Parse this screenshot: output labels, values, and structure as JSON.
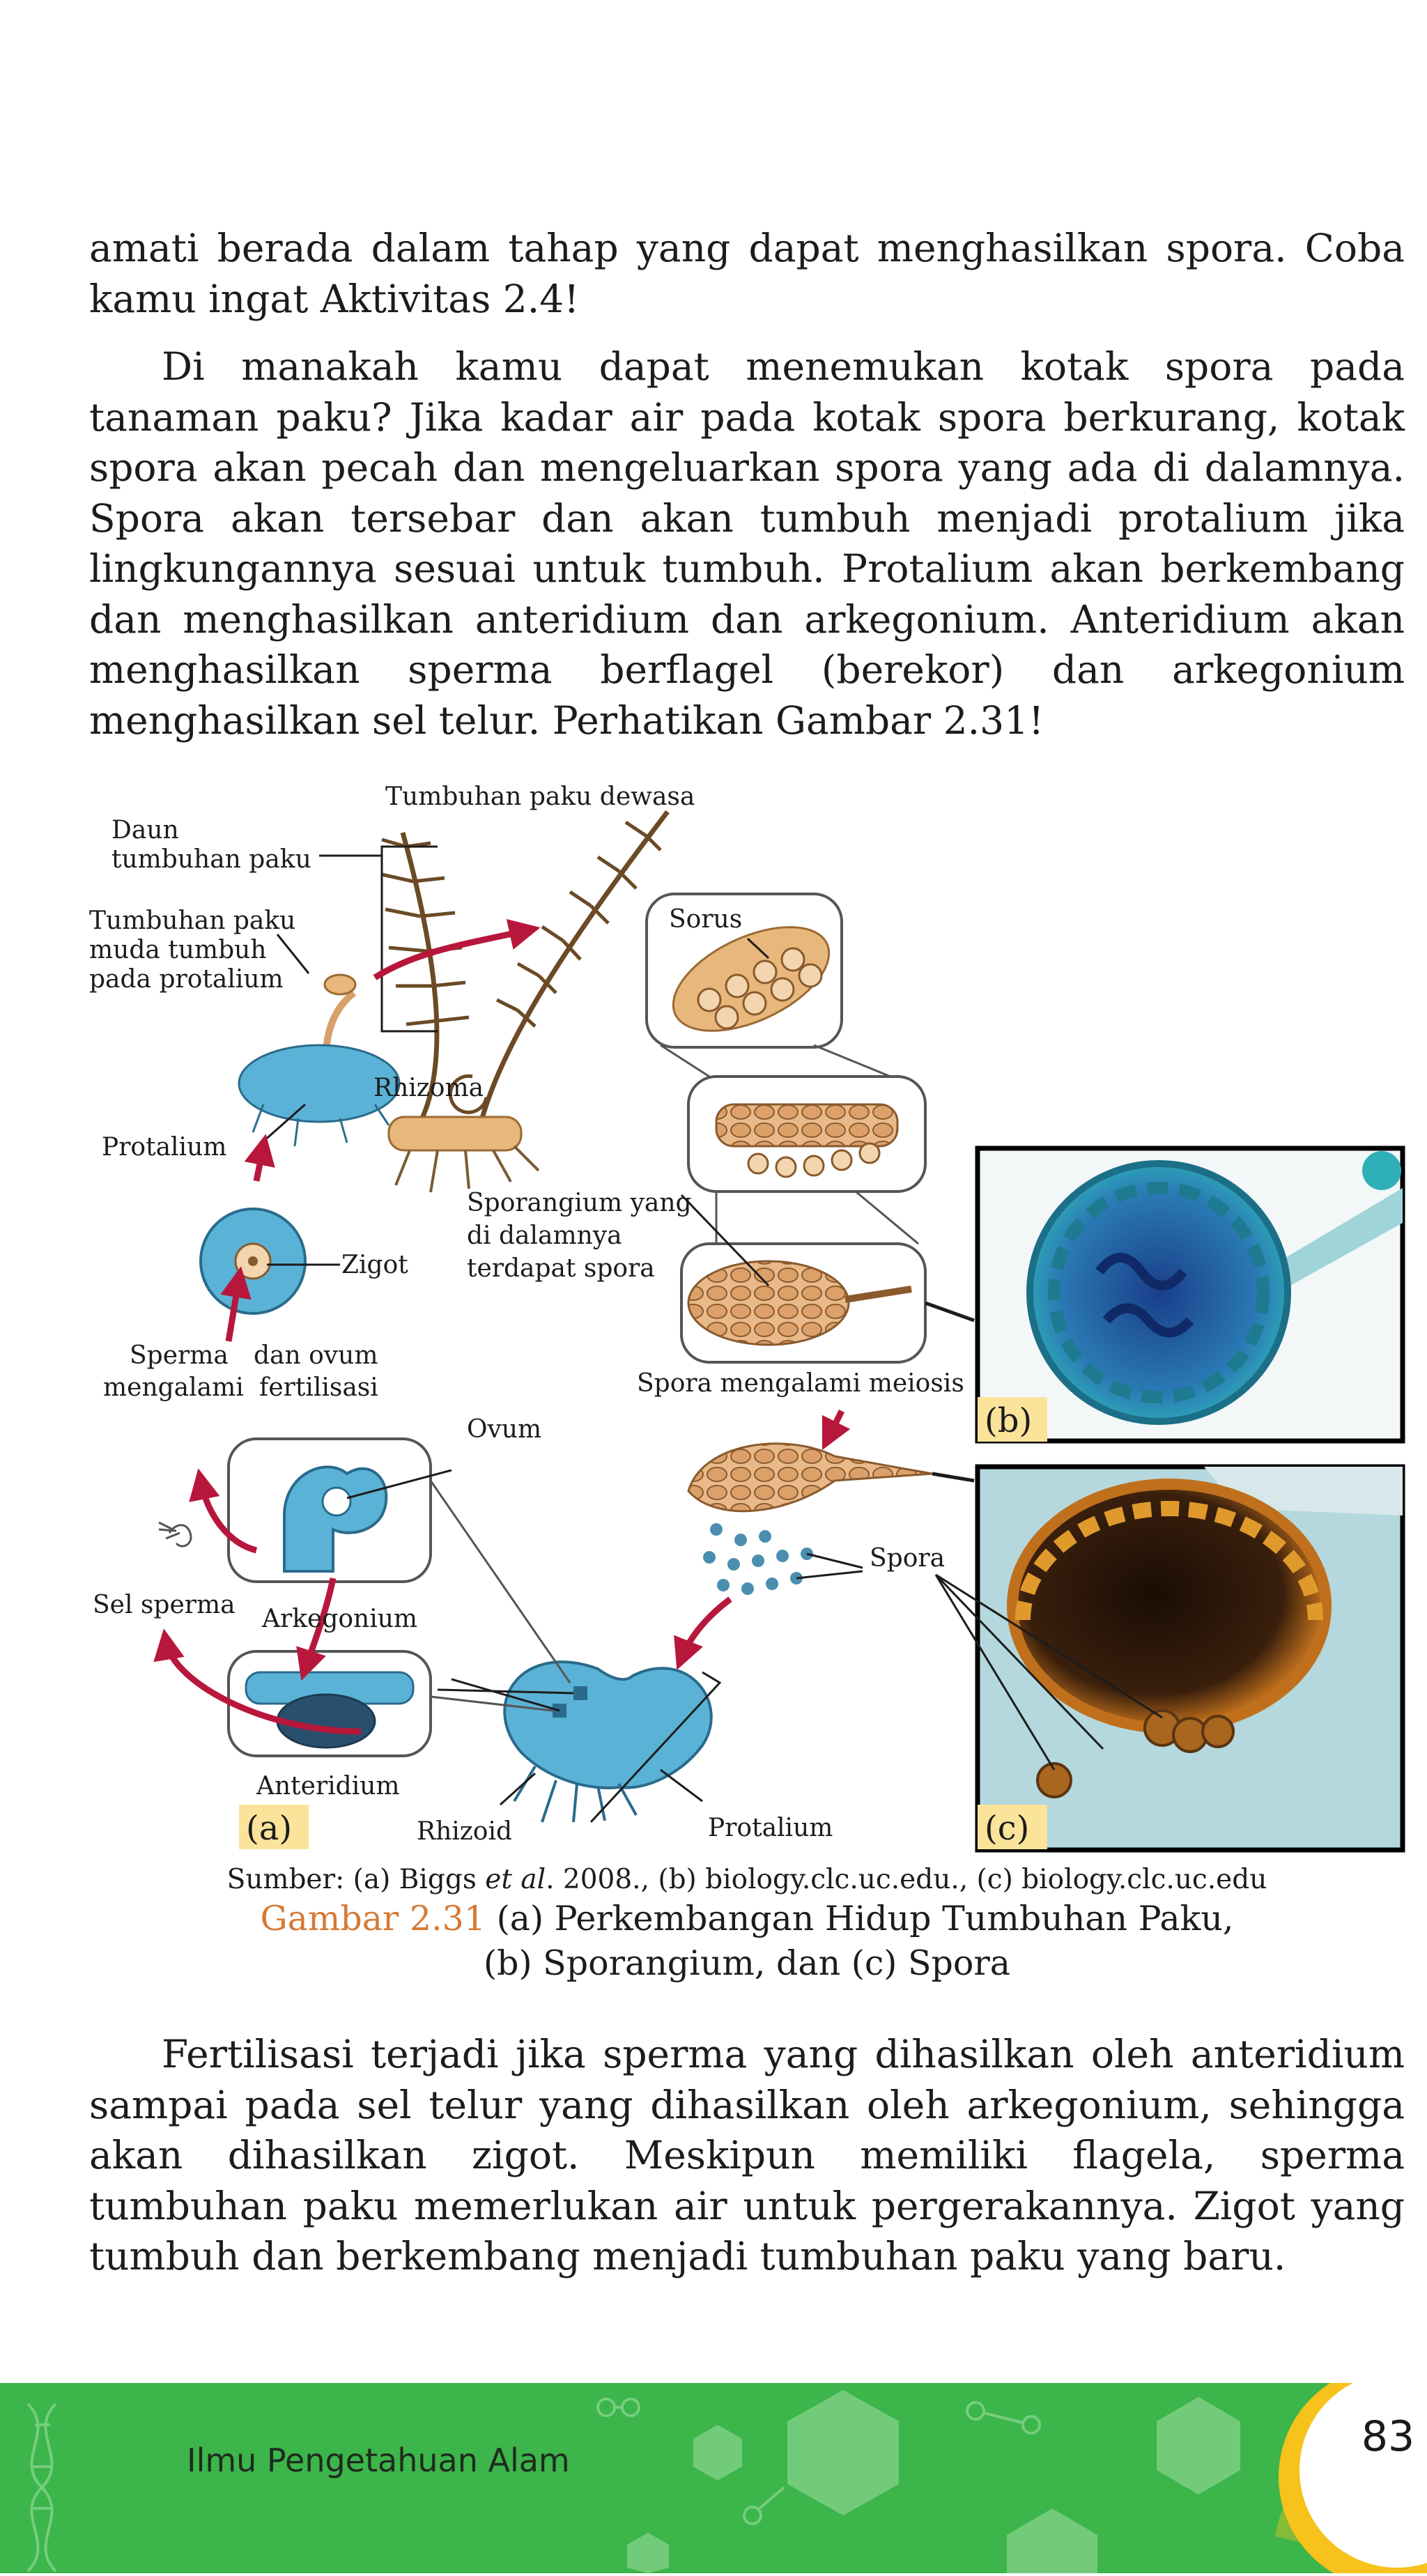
{
  "paragraphs": [
    "amati berada dalam tahap yang dapat menghasilkan spora. Coba kamu ingat Aktivitas 2.4!",
    "Di manakah kamu dapat menemukan kotak spora pada tanaman paku? Jika kadar air pada kotak spora berkurang, kotak spora akan pecah dan mengeluarkan spora yang ada di dalamnya. Spora akan tersebar dan akan tumbuh menjadi protalium jika lingkungannya sesuai untuk tumbuh. Protalium akan berkembang dan menghasilkan anteridium dan arkegonium. Anteridium akan menghasilkan sperma berflagel (berekor) dan arkegonium menghasilkan sel telur. Perhatikan Gambar 2.31!",
    "Fertilisasi terjadi jika sperma yang dihasilkan oleh anteridium sampai pada sel telur yang dihasilkan oleh arkegonium, sehingga akan dihasilkan zigot. Meskipun memiliki flagela, sperma tumbuhan paku memerlukan air untuk pergerakannya. Zigot yang tumbuh dan berkembang menjadi tumbuhan paku yang baru."
  ],
  "figure": {
    "labels": {
      "tumbuhan_dewasa": "Tumbuhan paku dewasa",
      "daun_1": "Daun",
      "daun_2": "tumbuhan paku",
      "muda_1": "Tumbuhan paku",
      "muda_2": "muda tumbuh",
      "muda_3": "pada protalium",
      "sorus": "Sorus",
      "rhizoma": "Rhizoma",
      "protalium_top": "Protalium",
      "sporangium_1": "Sporangium yang",
      "sporangium_2": "di dalamnya",
      "sporangium_3": "terdapat spora",
      "zigot": "Zigot",
      "sperma_1": "Sperma",
      "sperma_2": "mengalami",
      "ovum_1": "dan ovum",
      "ovum_2": "fertilisasi",
      "meiosis": "Spora mengalami meiosis",
      "ovum": "Ovum",
      "spora": "Spora",
      "sel_sperma": "Sel sperma",
      "arkegonium": "Arkegonium",
      "anteridium": "Anteridium",
      "rhizoid": "Rhizoid",
      "protalium_bottom": "Protalium",
      "tag_a": "(a)",
      "tag_b": "(b)",
      "tag_c": "(c)"
    }
  },
  "caption": {
    "source_prefix": "Sumber: (a) Biggs ",
    "source_italic": "et al",
    "source_suffix": ". 2008., (b) biology.clc.uc.edu., (c) biology.clc.uc.edu",
    "figure_number": "Gambar 2.31",
    "line1": " (a) Perkembangan Hidup Tumbuhan Paku,",
    "line2": "(b) Sporangium, dan (c) Spora"
  },
  "footer": {
    "title": "Ilmu Pengetahuan Alam",
    "page_number": "83"
  },
  "colors": {
    "footer_green": "#3cb54a",
    "accent_yellow": "#f6c21b",
    "caption_orange": "#d57a35",
    "cell_blue": "#5ab3d6",
    "stain_teal": "#2fb0b8",
    "spore_brown": "#8a4f14",
    "arrow_red": "#b8173c"
  }
}
